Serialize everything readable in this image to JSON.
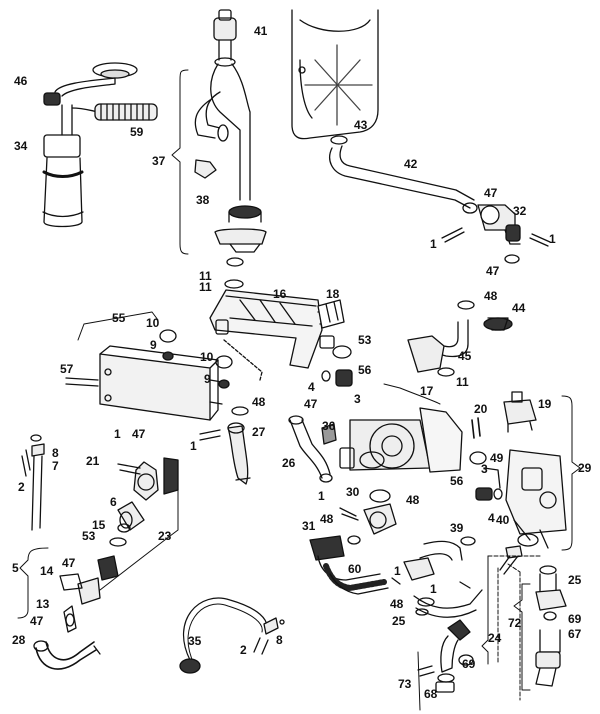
{
  "diagram": {
    "callouts": [
      {
        "id": "c41",
        "text": "41"
      },
      {
        "id": "c46",
        "text": "46"
      },
      {
        "id": "c59",
        "text": "59"
      },
      {
        "id": "c34",
        "text": "34"
      },
      {
        "id": "c37",
        "text": "37"
      },
      {
        "id": "c38",
        "text": "38"
      },
      {
        "id": "c43",
        "text": "43"
      },
      {
        "id": "c42",
        "text": "42"
      },
      {
        "id": "c47a",
        "text": "47"
      },
      {
        "id": "c32",
        "text": "32"
      },
      {
        "id": "c1a",
        "text": "1"
      },
      {
        "id": "c1b",
        "text": "1"
      },
      {
        "id": "c47b",
        "text": "47"
      },
      {
        "id": "c11a",
        "text": "11"
      },
      {
        "id": "c11b",
        "text": "11"
      },
      {
        "id": "c16",
        "text": "16"
      },
      {
        "id": "c18",
        "text": "18"
      },
      {
        "id": "c48a",
        "text": "48"
      },
      {
        "id": "c44",
        "text": "44"
      },
      {
        "id": "c55",
        "text": "55"
      },
      {
        "id": "c10a",
        "text": "10"
      },
      {
        "id": "c9a",
        "text": "9"
      },
      {
        "id": "c53a",
        "text": "53"
      },
      {
        "id": "c45",
        "text": "45"
      },
      {
        "id": "c57",
        "text": "57"
      },
      {
        "id": "c10b",
        "text": "10"
      },
      {
        "id": "c9b",
        "text": "9"
      },
      {
        "id": "c56a",
        "text": "56"
      },
      {
        "id": "c4a",
        "text": "4"
      },
      {
        "id": "c11c",
        "text": "11"
      },
      {
        "id": "c48b",
        "text": "48"
      },
      {
        "id": "c47c",
        "text": "47"
      },
      {
        "id": "c3a",
        "text": "3"
      },
      {
        "id": "c17",
        "text": "17"
      },
      {
        "id": "c19",
        "text": "19"
      },
      {
        "id": "c20",
        "text": "20"
      },
      {
        "id": "c1c",
        "text": "1"
      },
      {
        "id": "c47d",
        "text": "47"
      },
      {
        "id": "c27",
        "text": "27"
      },
      {
        "id": "c1d",
        "text": "1"
      },
      {
        "id": "c36",
        "text": "36"
      },
      {
        "id": "c8a",
        "text": "8"
      },
      {
        "id": "c7",
        "text": "7"
      },
      {
        "id": "c2a",
        "text": "2"
      },
      {
        "id": "c21",
        "text": "21"
      },
      {
        "id": "c26",
        "text": "26"
      },
      {
        "id": "c49",
        "text": "49"
      },
      {
        "id": "c29",
        "text": "29"
      },
      {
        "id": "c3b",
        "text": "3"
      },
      {
        "id": "c56b",
        "text": "56"
      },
      {
        "id": "c30",
        "text": "30"
      },
      {
        "id": "c1e",
        "text": "1"
      },
      {
        "id": "c48c",
        "text": "48"
      },
      {
        "id": "c4b",
        "text": "4"
      },
      {
        "id": "c6",
        "text": "6"
      },
      {
        "id": "c15",
        "text": "15"
      },
      {
        "id": "c53b",
        "text": "53"
      },
      {
        "id": "c23",
        "text": "23"
      },
      {
        "id": "c48d",
        "text": "48"
      },
      {
        "id": "c31",
        "text": "31"
      },
      {
        "id": "c39",
        "text": "39"
      },
      {
        "id": "c40",
        "text": "40"
      },
      {
        "id": "c5",
        "text": "5"
      },
      {
        "id": "c47e",
        "text": "47"
      },
      {
        "id": "c14",
        "text": "14"
      },
      {
        "id": "c60",
        "text": "60"
      },
      {
        "id": "c1f",
        "text": "1"
      },
      {
        "id": "c1g",
        "text": "1"
      },
      {
        "id": "c13",
        "text": "13"
      },
      {
        "id": "c48e",
        "text": "48"
      },
      {
        "id": "c25a",
        "text": "25"
      },
      {
        "id": "c47f",
        "text": "47"
      },
      {
        "id": "c25b",
        "text": "25"
      },
      {
        "id": "c69a",
        "text": "69"
      },
      {
        "id": "c72",
        "text": "72"
      },
      {
        "id": "c67",
        "text": "67"
      },
      {
        "id": "c28",
        "text": "28"
      },
      {
        "id": "c35",
        "text": "35"
      },
      {
        "id": "c2b",
        "text": "2"
      },
      {
        "id": "c8b",
        "text": "8"
      },
      {
        "id": "c24",
        "text": "24"
      },
      {
        "id": "c69b",
        "text": "69"
      },
      {
        "id": "c73",
        "text": "73"
      },
      {
        "id": "c68",
        "text": "68"
      }
    ]
  }
}
